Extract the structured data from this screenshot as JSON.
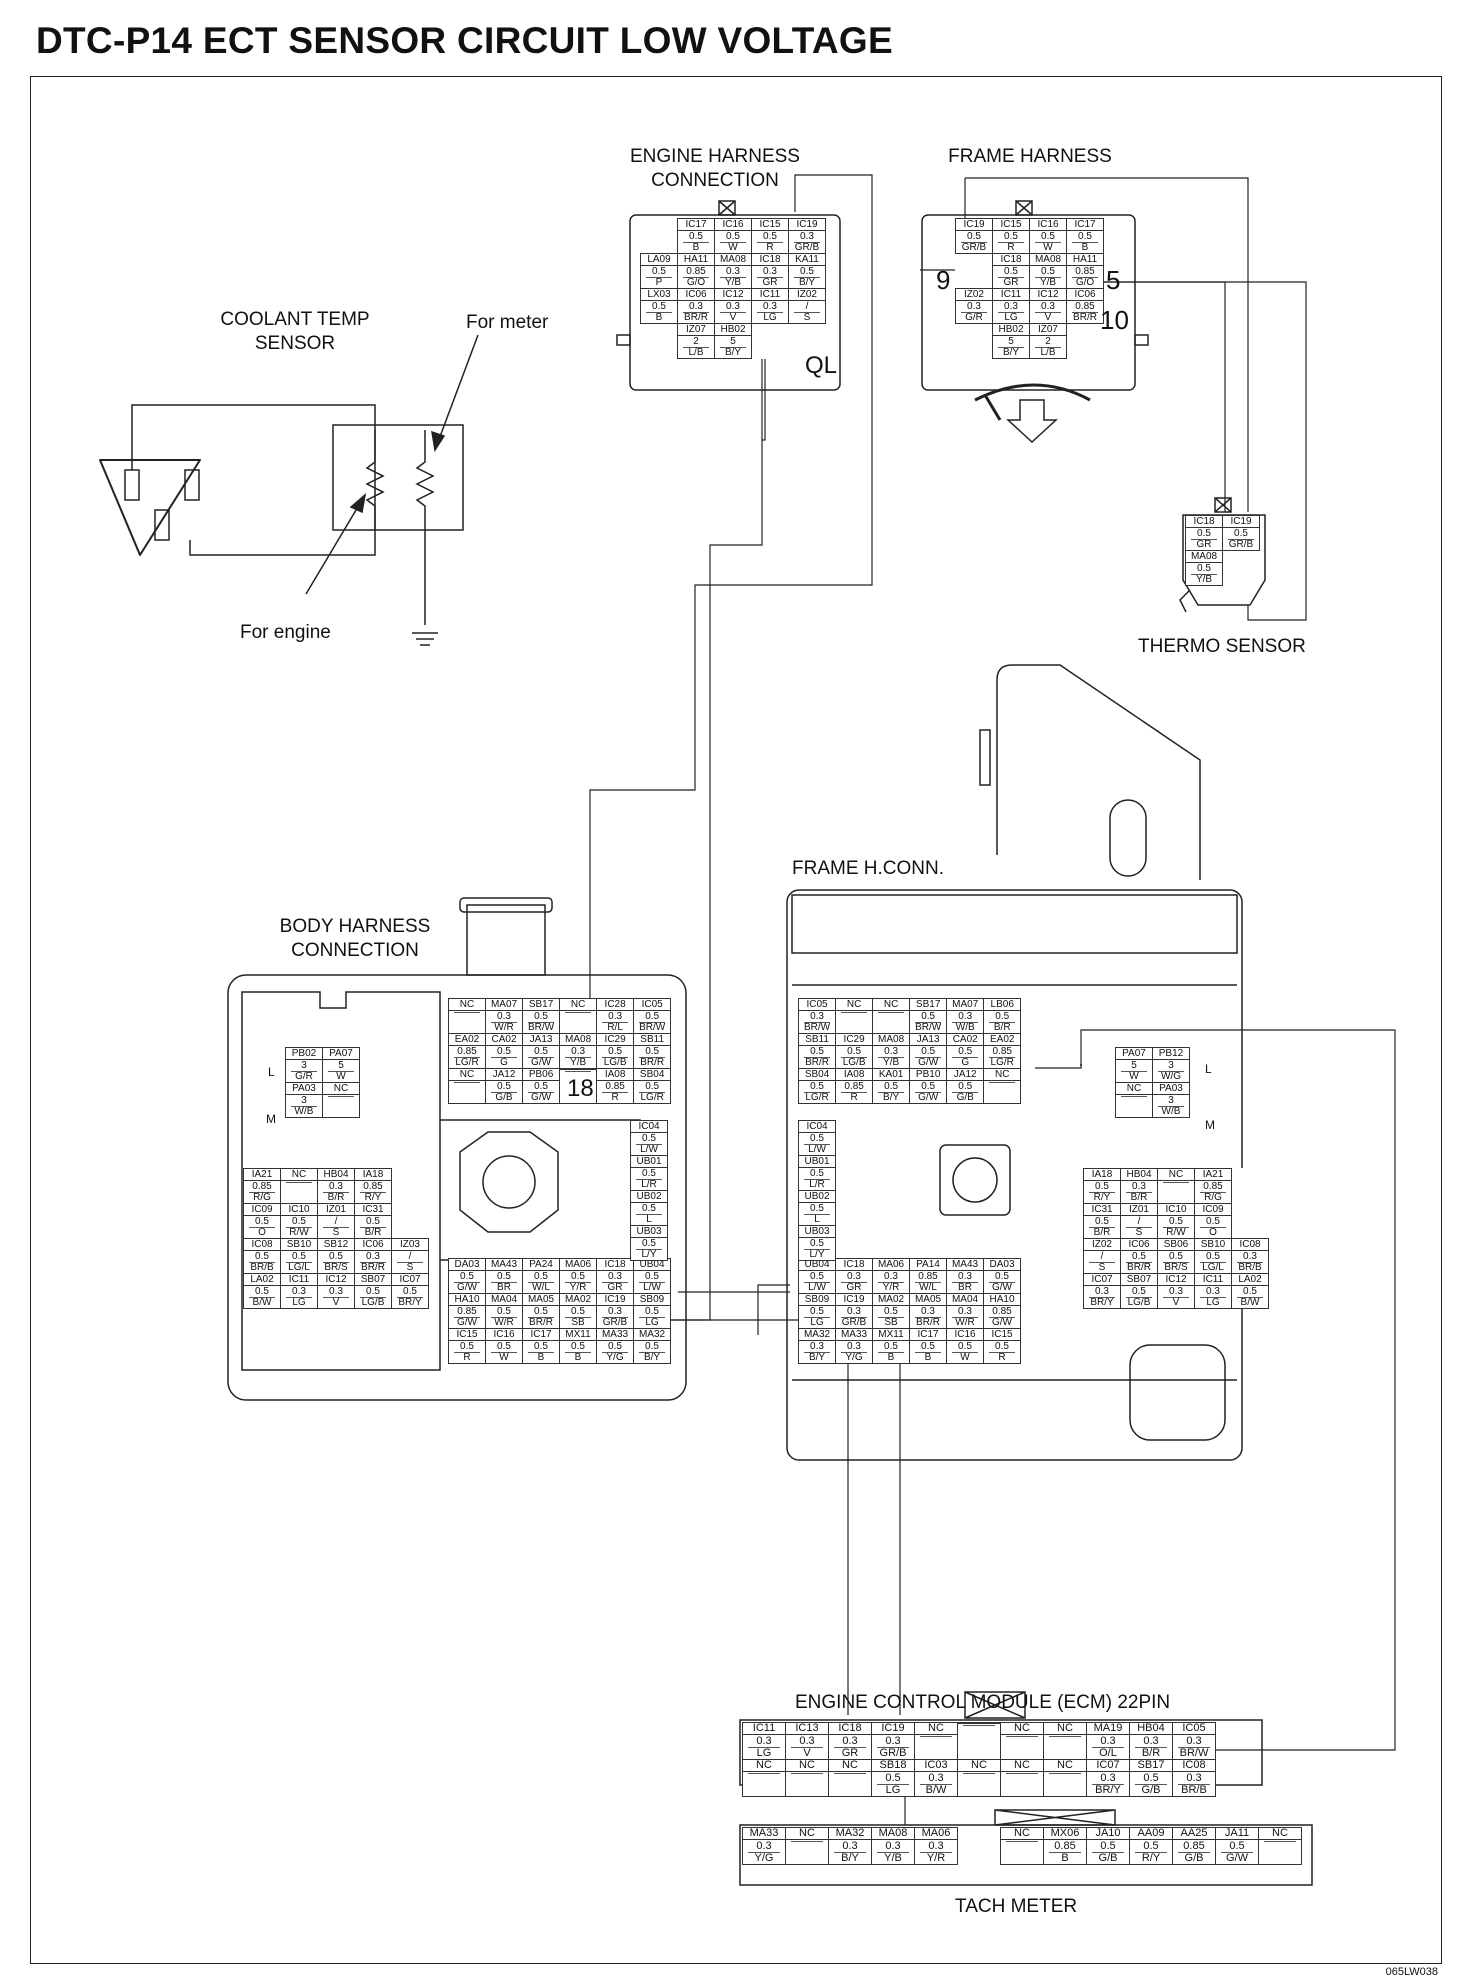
{
  "title": "DTC-P14 ECT SENSOR CIRCUIT LOW VOLTAGE",
  "labels": {
    "engine_harness": "ENGINE HARNESS\nCONNECTION",
    "frame_harness": "FRAME HARNESS",
    "coolant_sensor": "COOLANT TEMP\nSENSOR",
    "for_meter": "For meter",
    "for_engine": "For engine",
    "thermo_sensor": "THERMO SENSOR",
    "frame_hconn": "FRAME H.CONN.",
    "body_harness": "BODY HARNESS\nCONNECTION",
    "ecm": "ENGINE CONTROL MODULE (ECM) 22PIN",
    "tach": "TACH METER",
    "code": "065LW038"
  },
  "connector_marks": {
    "ql": "QL",
    "n9": "9",
    "n5": "5",
    "n10": "10",
    "n18": "18",
    "l1": "L",
    "m1": "M",
    "l2": "L",
    "m2": "M"
  },
  "engine_conn": [
    [
      [
        "IC17",
        "0.5",
        "B"
      ],
      [
        "IC16",
        "0.5",
        "W"
      ],
      [
        "IC15",
        "0.5",
        "R"
      ],
      [
        "IC19",
        "0.3",
        "GR/B"
      ]
    ],
    [
      [
        "LA09",
        "0.5",
        "P"
      ],
      [
        "HA11",
        "0.85",
        "G/O"
      ],
      [
        "MA08",
        "0.3",
        "Y/B"
      ],
      [
        "IC18",
        "0.3",
        "GR"
      ],
      [
        "KA11",
        "0.5",
        "B/Y"
      ]
    ],
    [
      [
        "LX03",
        "0.5",
        "B"
      ],
      [
        "IC06",
        "0.3",
        "BR/R"
      ],
      [
        "IC12",
        "0.3",
        "V"
      ],
      [
        "IC11",
        "0.3",
        "LG"
      ],
      [
        "IZ02",
        "/",
        "S"
      ]
    ],
    [
      [
        "IZ07",
        "2",
        "L/B"
      ],
      [
        "HB02",
        "5",
        "B/Y"
      ]
    ]
  ],
  "frame_conn": [
    [
      [
        "IC19",
        "0.5",
        "GR/B"
      ],
      [
        "IC15",
        "0.5",
        "R"
      ],
      [
        "IC16",
        "0.5",
        "W"
      ],
      [
        "IC17",
        "0.5",
        "B"
      ]
    ],
    [
      [
        "IC18",
        "0.5",
        "GR"
      ],
      [
        "MA08",
        "0.5",
        "Y/B"
      ],
      [
        "HA11",
        "0.85",
        "G/O"
      ]
    ],
    [
      [
        "IZ02",
        "0.3",
        "G/R"
      ],
      [
        "IC11",
        "0.3",
        "LG"
      ],
      [
        "IC12",
        "0.3",
        "V"
      ],
      [
        "IC06",
        "0.85",
        "BR/R"
      ]
    ],
    [
      [
        "HB02",
        "5",
        "B/Y"
      ],
      [
        "IZ07",
        "2",
        "L/B"
      ]
    ]
  ],
  "thermo_conn": [
    [
      [
        "IC18",
        "0.5",
        "GR"
      ],
      [
        "IC19",
        "0.5",
        "GR/B"
      ]
    ],
    [
      [
        "MA08",
        "0.5",
        "Y/B"
      ]
    ]
  ],
  "body_top": [
    [
      [
        "NC",
        "",
        ""
      ],
      [
        "MA07",
        "0.3",
        "W/R"
      ],
      [
        "SB17",
        "0.5",
        "BR/W"
      ],
      [
        "NC",
        "",
        ""
      ],
      [
        "IC28",
        "0.3",
        "R/L"
      ],
      [
        "IC05",
        "0.5",
        "BR/W"
      ]
    ],
    [
      [
        "EA02",
        "0.85",
        "LG/R"
      ],
      [
        "CA02",
        "0.5",
        "G"
      ],
      [
        "JA13",
        "0.5",
        "G/W"
      ],
      [
        "MA08",
        "0.3",
        "Y/B"
      ],
      [
        "IC29",
        "0.5",
        "LG/B"
      ],
      [
        "SB11",
        "0.5",
        "BR/R"
      ]
    ],
    [
      [
        "NC",
        "",
        ""
      ],
      [
        "JA12",
        "0.5",
        "G/B"
      ],
      [
        "PB06",
        "0.5",
        "G/W"
      ],
      [
        "",
        "",
        ""
      ],
      [
        "IA08",
        "0.85",
        "R"
      ],
      [
        "SB04",
        "0.5",
        "LG/R"
      ]
    ]
  ],
  "body_right": [
    [
      "IC04",
      "0.5",
      "L/W"
    ],
    [
      "UB01",
      "0.5",
      "L/R"
    ],
    [
      "UB02",
      "0.5",
      "L"
    ],
    [
      "UB03",
      "0.5",
      "L/Y"
    ]
  ],
  "body_bottom": [
    [
      [
        "DA03",
        "0.5",
        "G/W"
      ],
      [
        "MA43",
        "0.5",
        "BR"
      ],
      [
        "PA24",
        "0.5",
        "W/L"
      ],
      [
        "MA06",
        "0.5",
        "Y/R"
      ],
      [
        "IC18",
        "0.3",
        "GR"
      ],
      [
        "UB04",
        "0.5",
        "L/W"
      ]
    ],
    [
      [
        "HA10",
        "0.85",
        "G/W"
      ],
      [
        "MA04",
        "0.5",
        "W/R"
      ],
      [
        "MA05",
        "0.5",
        "BR/R"
      ],
      [
        "MA02",
        "0.5",
        "SB"
      ],
      [
        "IC19",
        "0.3",
        "GR/B"
      ],
      [
        "SB09",
        "0.5",
        "LG"
      ]
    ],
    [
      [
        "IC15",
        "0.5",
        "R"
      ],
      [
        "IC16",
        "0.5",
        "W"
      ],
      [
        "IC17",
        "0.5",
        "B"
      ],
      [
        "MX11",
        "0.5",
        "B"
      ],
      [
        "MA33",
        "0.5",
        "Y/G"
      ],
      [
        "MA32",
        "0.5",
        "B/Y"
      ]
    ]
  ],
  "body_left_small": [
    [
      [
        "PB02",
        "3",
        "G/R"
      ],
      [
        "PA07",
        "5",
        "W"
      ]
    ],
    [
      [
        "PA03",
        "3",
        "W/B"
      ],
      [
        "NC",
        "",
        ""
      ]
    ]
  ],
  "body_left_grid": [
    [
      [
        "IA21",
        "0.85",
        "R/G"
      ],
      [
        "NC",
        "",
        ""
      ],
      [
        "HB04",
        "0.3",
        "B/R"
      ],
      [
        "IA18",
        "0.85",
        "R/Y"
      ]
    ],
    [
      [
        "IC09",
        "0.5",
        "O"
      ],
      [
        "IC10",
        "0.5",
        "R/W"
      ],
      [
        "IZ01",
        "/",
        "S"
      ],
      [
        "IC31",
        "0.5",
        "B/R"
      ]
    ],
    [
      [
        "IC08",
        "0.5",
        "BR/B"
      ],
      [
        "SB10",
        "0.5",
        "LG/L"
      ],
      [
        "SB12",
        "0.5",
        "BR/S"
      ],
      [
        "IC06",
        "0.3",
        "BR/R"
      ],
      [
        "IZ03",
        "/",
        "S"
      ]
    ],
    [
      [
        "LA02",
        "0.5",
        "B/W"
      ],
      [
        "IC11",
        "0.3",
        "LG"
      ],
      [
        "IC12",
        "0.3",
        "V"
      ],
      [
        "SB07",
        "0.5",
        "LG/B"
      ],
      [
        "IC07",
        "0.5",
        "BR/Y"
      ]
    ]
  ],
  "fh_top": [
    [
      [
        "IC05",
        "0.3",
        "BR/W"
      ],
      [
        "NC",
        "",
        ""
      ],
      [
        "NC",
        "",
        ""
      ],
      [
        "SB17",
        "0.5",
        "BR/W"
      ],
      [
        "MA07",
        "0.3",
        "W/B"
      ],
      [
        "LB06",
        "0.5",
        "B/R"
      ]
    ],
    [
      [
        "SB11",
        "0.5",
        "BR/R"
      ],
      [
        "IC29",
        "0.5",
        "LG/B"
      ],
      [
        "MA08",
        "0.3",
        "Y/B"
      ],
      [
        "JA13",
        "0.5",
        "G/W"
      ],
      [
        "CA02",
        "0.5",
        "G"
      ],
      [
        "EA02",
        "0.85",
        "LG/R"
      ]
    ],
    [
      [
        "SB04",
        "0.5",
        "LG/R"
      ],
      [
        "IA08",
        "0.85",
        "R"
      ],
      [
        "KA01",
        "0.5",
        "B/Y"
      ],
      [
        "PB10",
        "0.5",
        "G/W"
      ],
      [
        "JA12",
        "0.5",
        "G/B"
      ],
      [
        "NC",
        "",
        ""
      ]
    ]
  ],
  "fh_left": [
    [
      "IC04",
      "0.5",
      "L/W"
    ],
    [
      "UB01",
      "0.5",
      "L/R"
    ],
    [
      "UB02",
      "0.5",
      "L"
    ],
    [
      "UB03",
      "0.5",
      "L/Y"
    ]
  ],
  "fh_bottom": [
    [
      [
        "UB04",
        "0.5",
        "L/W"
      ],
      [
        "IC18",
        "0.3",
        "GR"
      ],
      [
        "MA06",
        "0.3",
        "Y/R"
      ],
      [
        "PA14",
        "0.85",
        "W/L"
      ],
      [
        "MA43",
        "0.3",
        "BR"
      ],
      [
        "DA03",
        "0.5",
        "G/W"
      ]
    ],
    [
      [
        "SB09",
        "0.5",
        "LG"
      ],
      [
        "IC19",
        "0.3",
        "GR/B"
      ],
      [
        "MA02",
        "0.5",
        "SB"
      ],
      [
        "MA05",
        "0.3",
        "BR/R"
      ],
      [
        "MA04",
        "0.3",
        "W/R"
      ],
      [
        "HA10",
        "0.85",
        "G/W"
      ]
    ],
    [
      [
        "MA32",
        "0.3",
        "B/Y"
      ],
      [
        "MA33",
        "0.3",
        "Y/G"
      ],
      [
        "MX11",
        "0.5",
        "B"
      ],
      [
        "IC17",
        "0.5",
        "B"
      ],
      [
        "IC16",
        "0.5",
        "W"
      ],
      [
        "IC15",
        "0.5",
        "R"
      ]
    ]
  ],
  "fh_right_small": [
    [
      [
        "PA07",
        "5",
        "W"
      ],
      [
        "PB12",
        "3",
        "W/G"
      ]
    ],
    [
      [
        "NC",
        "",
        ""
      ],
      [
        "PA03",
        "3",
        "W/B"
      ]
    ]
  ],
  "fh_right_grid": [
    [
      [
        "IA18",
        "0.5",
        "R/Y"
      ],
      [
        "HB04",
        "0.3",
        "B/R"
      ],
      [
        "NC",
        "",
        ""
      ],
      [
        "IA21",
        "0.85",
        "R/G"
      ]
    ],
    [
      [
        "IC31",
        "0.5",
        "B/R"
      ],
      [
        "IZ01",
        "/",
        "S"
      ],
      [
        "IC10",
        "0.5",
        "R/W"
      ],
      [
        "IC09",
        "0.5",
        "O"
      ]
    ],
    [
      [
        "IZ02",
        "/",
        "S"
      ],
      [
        "IC06",
        "0.5",
        "BR/R"
      ],
      [
        "SB06",
        "0.5",
        "BR/S"
      ],
      [
        "SB10",
        "0.5",
        "LG/L"
      ],
      [
        "IC08",
        "0.3",
        "BR/B"
      ]
    ],
    [
      [
        "IC07",
        "0.3",
        "BR/Y"
      ],
      [
        "SB07",
        "0.5",
        "LG/B"
      ],
      [
        "IC12",
        "0.3",
        "V"
      ],
      [
        "IC11",
        "0.3",
        "LG"
      ],
      [
        "LA02",
        "0.5",
        "B/W"
      ]
    ]
  ],
  "ecm": [
    [
      [
        "IC11",
        "0.3",
        "LG"
      ],
      [
        "IC13",
        "0.3",
        "V"
      ],
      [
        "IC18",
        "0.3",
        "GR"
      ],
      [
        "IC19",
        "0.3",
        "GR/B"
      ],
      [
        "NC",
        "",
        ""
      ],
      [
        "",
        "",
        ""
      ],
      [
        "NC",
        "",
        ""
      ],
      [
        "NC",
        "",
        ""
      ],
      [
        "MA19",
        "0.3",
        "O/L"
      ],
      [
        "HB04",
        "0.3",
        "B/R"
      ],
      [
        "IC05",
        "0.3",
        "BR/W"
      ]
    ],
    [
      [
        "NC",
        "",
        ""
      ],
      [
        "NC",
        "",
        ""
      ],
      [
        "NC",
        "",
        ""
      ],
      [
        "SB18",
        "0.5",
        "LG"
      ],
      [
        "IC03",
        "0.3",
        "B/W"
      ],
      [
        "NC",
        "",
        ""
      ],
      [
        "NC",
        "",
        ""
      ],
      [
        "NC",
        "",
        ""
      ],
      [
        "IC07",
        "0.3",
        "BR/Y"
      ],
      [
        "SB17",
        "0.5",
        "G/B"
      ],
      [
        "IC08",
        "0.3",
        "BR/B"
      ]
    ]
  ],
  "tach": [
    [
      [
        "MA33",
        "0.3",
        "Y/G"
      ],
      [
        "NC",
        "",
        ""
      ],
      [
        "MA32",
        "0.3",
        "B/Y"
      ],
      [
        "MA08",
        "0.3",
        "Y/B"
      ],
      [
        "MA06",
        "0.3",
        "Y/R"
      ]
    ],
    [
      [
        "NC",
        "",
        ""
      ],
      [
        "MX06",
        "0.85",
        "B"
      ],
      [
        "JA10",
        "0.5",
        "G/B"
      ],
      [
        "AA09",
        "0.5",
        "R/Y"
      ],
      [
        "AA25",
        "0.85",
        "G/B"
      ],
      [
        "JA11",
        "0.5",
        "G/W"
      ],
      [
        "NC",
        "",
        ""
      ]
    ]
  ]
}
